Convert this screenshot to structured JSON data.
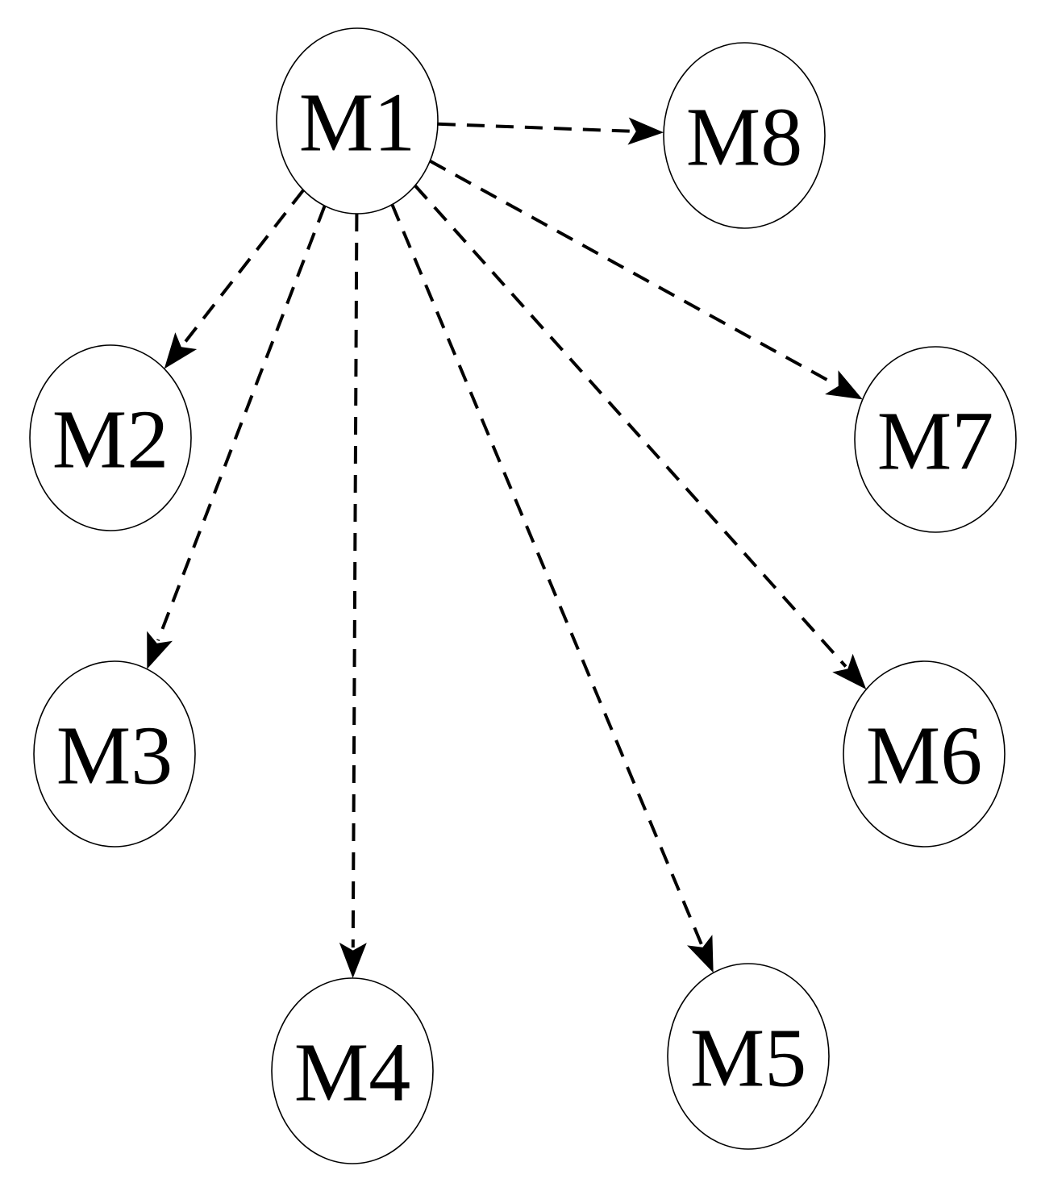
{
  "nodes": [
    {
      "id": "M1",
      "label": "M1"
    },
    {
      "id": "M2",
      "label": "M2"
    },
    {
      "id": "M3",
      "label": "M3"
    },
    {
      "id": "M4",
      "label": "M4"
    },
    {
      "id": "M5",
      "label": "M5"
    },
    {
      "id": "M6",
      "label": "M6"
    },
    {
      "id": "M7",
      "label": "M7"
    },
    {
      "id": "M8",
      "label": "M8"
    }
  ],
  "edges": [
    {
      "from": "M1",
      "to": "M2",
      "style": "dashed",
      "arrow": "filled"
    },
    {
      "from": "M1",
      "to": "M3",
      "style": "dashed",
      "arrow": "filled"
    },
    {
      "from": "M1",
      "to": "M4",
      "style": "dashed",
      "arrow": "filled"
    },
    {
      "from": "M1",
      "to": "M5",
      "style": "dashed",
      "arrow": "filled"
    },
    {
      "from": "M1",
      "to": "M6",
      "style": "dashed",
      "arrow": "filled"
    },
    {
      "from": "M1",
      "to": "M7",
      "style": "dashed",
      "arrow": "filled"
    },
    {
      "from": "M1",
      "to": "M8",
      "style": "dashed",
      "arrow": "filled"
    }
  ],
  "colors": {
    "node_fill": "#ffffff",
    "node_stroke": "#000000",
    "edge": "#000000",
    "text": "#000000"
  }
}
